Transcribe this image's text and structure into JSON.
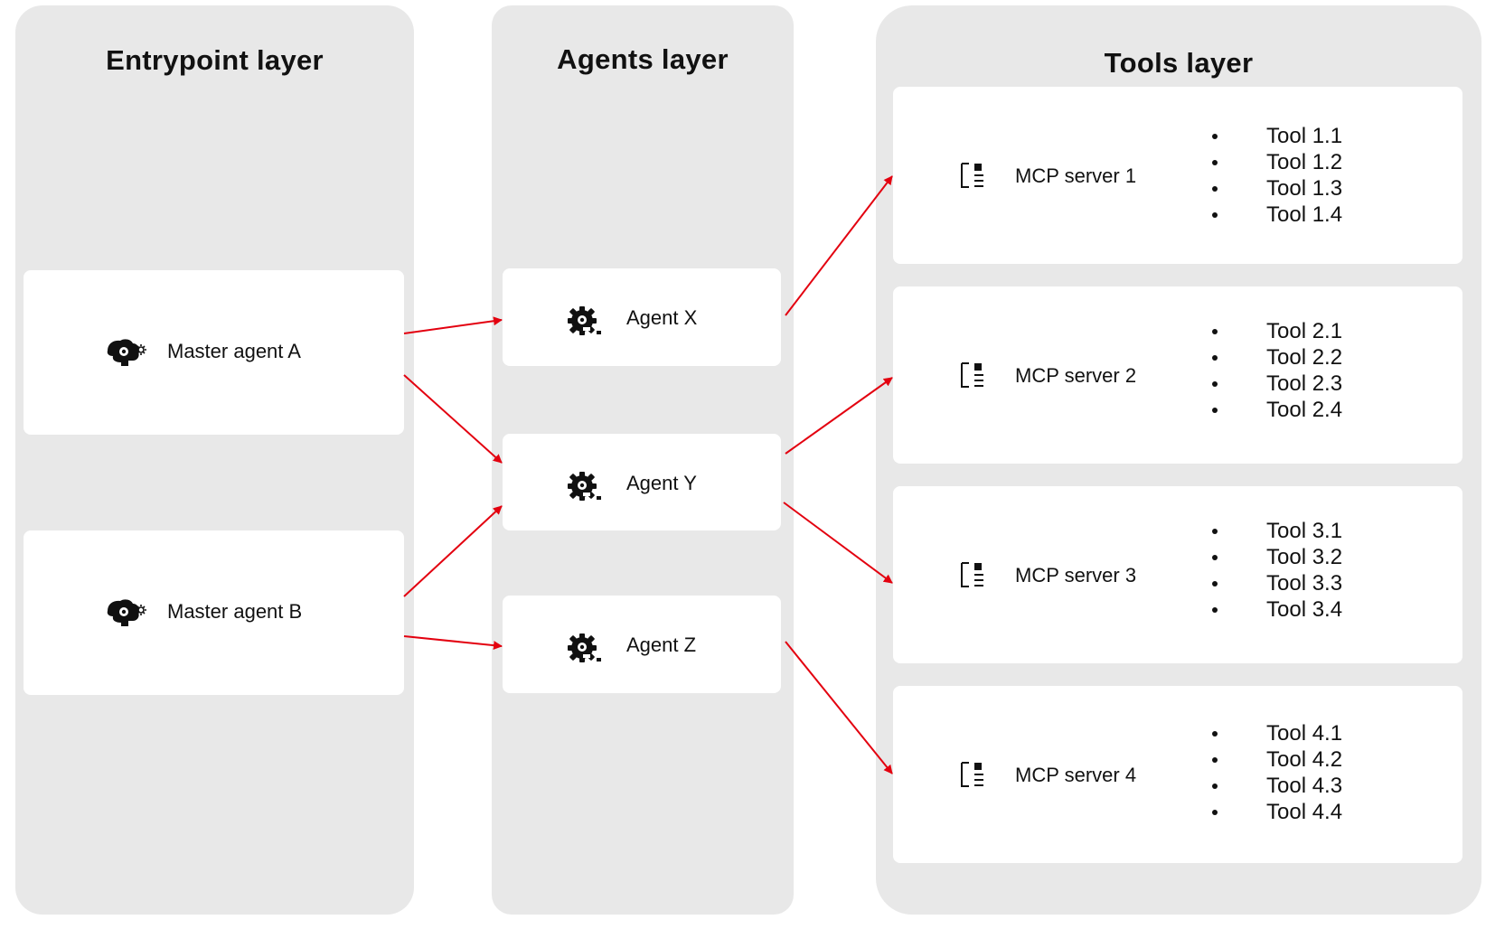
{
  "layers": {
    "entrypoint": {
      "title": "Entrypoint layer"
    },
    "agents": {
      "title": "Agents layer"
    },
    "tools": {
      "title": "Tools layer"
    }
  },
  "master_agents": [
    {
      "label": "Master agent A",
      "icon": "brain-gear-icon"
    },
    {
      "label": "Master agent B",
      "icon": "brain-gear-icon"
    }
  ],
  "agents": [
    {
      "label": "Agent X",
      "icon": "gear-robot-icon"
    },
    {
      "label": "Agent Y",
      "icon": "gear-robot-icon"
    },
    {
      "label": "Agent Z",
      "icon": "gear-robot-icon"
    }
  ],
  "mcp_servers": [
    {
      "label": "MCP server 1",
      "icon": "server-icon",
      "tools": [
        "Tool 1.1",
        "Tool 1.2",
        "Tool 1.3",
        "Tool 1.4"
      ]
    },
    {
      "label": "MCP server 2",
      "icon": "server-icon",
      "tools": [
        "Tool 2.1",
        "Tool 2.2",
        "Tool 2.3",
        "Tool 2.4"
      ]
    },
    {
      "label": "MCP server 3",
      "icon": "server-icon",
      "tools": [
        "Tool 3.1",
        "Tool 3.2",
        "Tool 3.3",
        "Tool 3.4"
      ]
    },
    {
      "label": "MCP server 4",
      "icon": "server-icon",
      "tools": [
        "Tool 4.1",
        "Tool 4.2",
        "Tool 4.3",
        "Tool 4.4"
      ]
    }
  ],
  "connections": [
    {
      "from": "Master agent A",
      "to": "Agent X"
    },
    {
      "from": "Master agent A",
      "to": "Agent Y"
    },
    {
      "from": "Master agent B",
      "to": "Agent Y"
    },
    {
      "from": "Master agent B",
      "to": "Agent Z"
    },
    {
      "from": "Agent X",
      "to": "MCP server 1"
    },
    {
      "from": "Agent Y",
      "to": "MCP server 2"
    },
    {
      "from": "Agent Y",
      "to": "MCP server 3"
    },
    {
      "from": "Agent Z",
      "to": "MCP server 4"
    }
  ],
  "colors": {
    "layer_bg": "#e8e8e8",
    "card_bg": "#ffffff",
    "arrow": "#e3000f",
    "text": "#111111"
  }
}
